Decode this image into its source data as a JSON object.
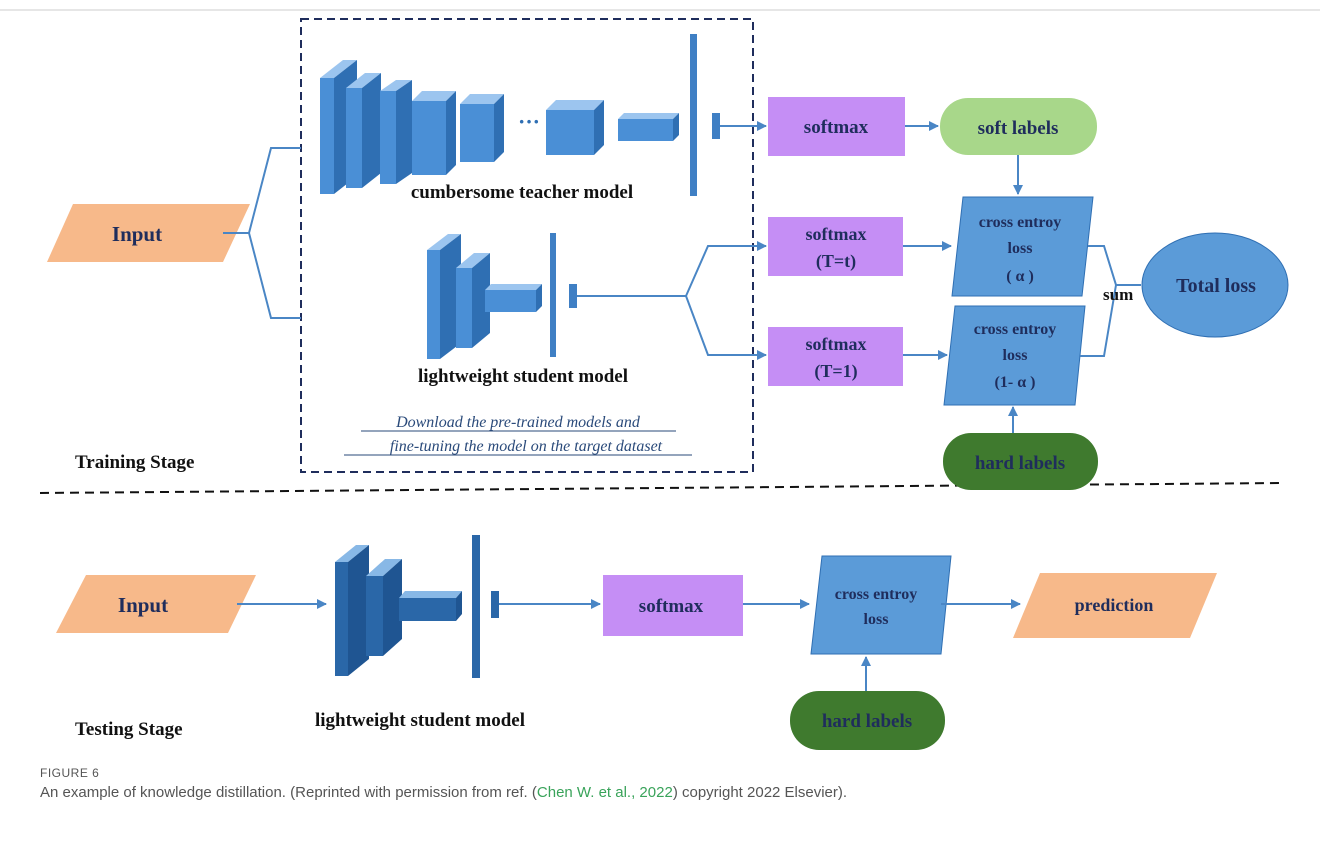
{
  "training": {
    "stage_label": "Training Stage",
    "input": "Input",
    "teacher_label": "cumbersome teacher model",
    "student_label": "lightweight student model",
    "note_line1": "Download the pre-trained models and",
    "note_line2": "fine-tuning the model on the target dataset",
    "softmax_teacher": "softmax",
    "softmax_t_line1": "softmax",
    "softmax_t_line2": "(T=t)",
    "softmax_1_line1": "softmax",
    "softmax_1_line2": "(T=1)",
    "soft_labels": "soft labels",
    "hard_labels": "hard labels",
    "ce_alpha_line1": "cross entroy",
    "ce_alpha_line2": "loss",
    "ce_alpha_line3": "( α )",
    "ce_1alpha_line1": "cross entroy",
    "ce_1alpha_line2": "loss",
    "ce_1alpha_line3": "(1- α )",
    "sum": "sum",
    "total_loss": "Total loss"
  },
  "testing": {
    "stage_label": "Testing Stage",
    "input": "Input",
    "student_label": "lightweight student model",
    "softmax": "softmax",
    "ce_line1": "cross entroy",
    "ce_line2": "loss",
    "hard_labels": "hard labels",
    "prediction": "prediction"
  },
  "caption": {
    "label": "FIGURE 6",
    "text_before": "An example of knowledge distillation. (Reprinted with permission from ref. (",
    "link": "Chen W.  et al., 2022",
    "text_after": ") copyright 2022 Elsevier)."
  },
  "colors": {
    "input": "#f7b98a",
    "softmax": "#c58ef5",
    "soft_labels": "#a8d78a",
    "hard_labels": "#3f7a2e",
    "loss": "#5b9bd8",
    "layer": "#5b9bd8",
    "text_dark": "#1f2d5c"
  }
}
